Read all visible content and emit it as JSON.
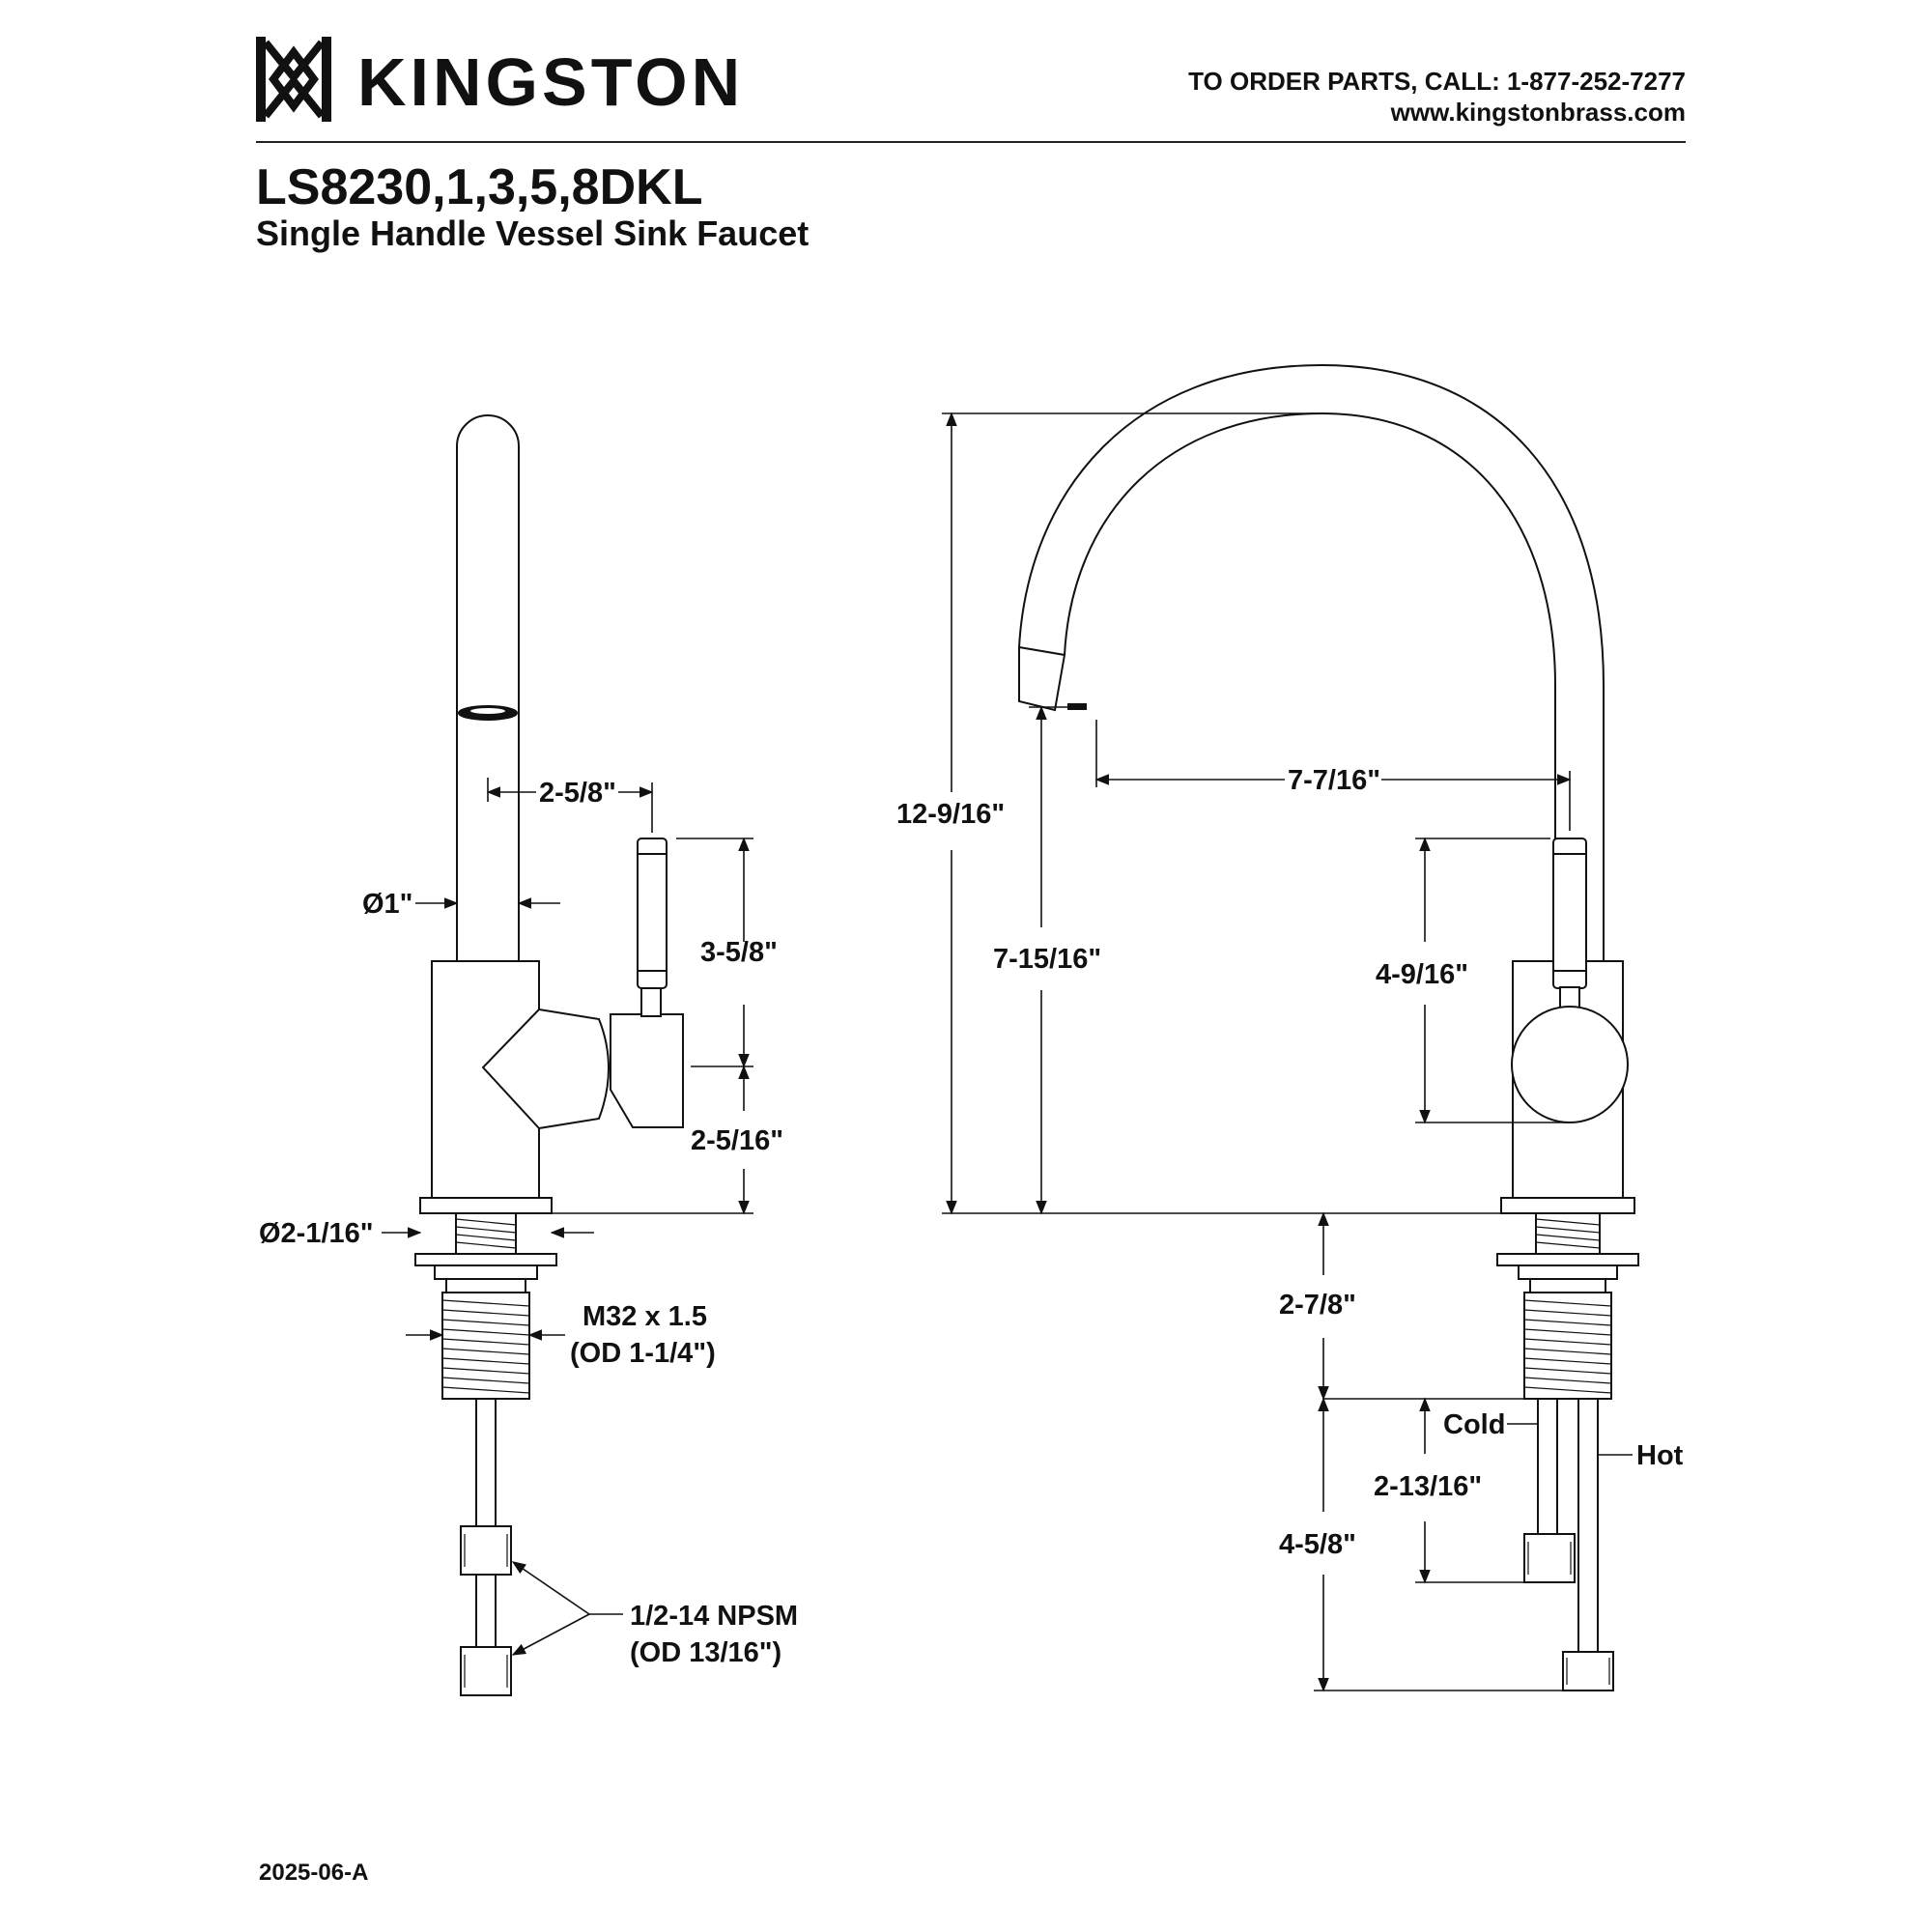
{
  "header": {
    "brand": "KINGSTON",
    "order_line": "TO ORDER PARTS, CALL: 1-877-252-7277",
    "website": "www.kingstonbrass.com"
  },
  "product": {
    "model": "LS8230,1,3,5,8DKL",
    "name": "Single Handle Vessel Sink Faucet"
  },
  "side_view": {
    "spout_diameter": "Ø1\"",
    "handle_offset": "2-5/8\"",
    "handle_height": "3-5/8\"",
    "handle_base_height": "2-5/16\"",
    "base_diameter": "Ø2-1/16\"",
    "thread_spec": "M32 x 1.5",
    "thread_od": "(OD 1-1/4\")",
    "supply_spec": "1/2-14 NPSM",
    "supply_od": "(OD 13/16\")"
  },
  "front_view": {
    "overall_height": "12-9/16\"",
    "spout_clearance": "7-15/16\"",
    "spout_reach": "7-7/16\"",
    "handle_height": "4-9/16\"",
    "shank_length": "2-7/8\"",
    "supply_length": "4-5/8\"",
    "cold_line_length": "2-13/16\"",
    "cold_label": "Cold",
    "hot_label": "Hot"
  },
  "footer": {
    "revision": "2025-06-A"
  }
}
